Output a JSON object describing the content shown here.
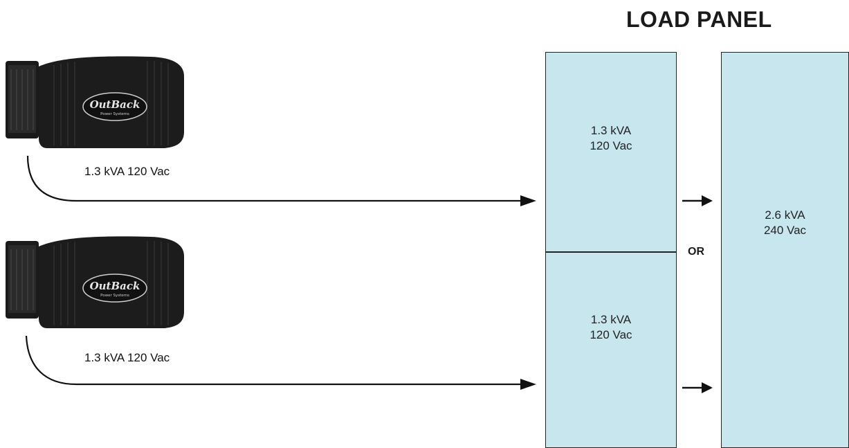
{
  "title": "LOAD PANEL",
  "inverters": [
    {
      "label": "1.3 kVA 120 Vac",
      "logo_main": "OutBack",
      "logo_sub": "Power Systems"
    },
    {
      "label": "1.3 kVA 120 Vac",
      "logo_main": "OutBack",
      "logo_sub": "Power Systems"
    }
  ],
  "panels": {
    "left_top": {
      "line1": "1.3 kVA",
      "line2": "120 Vac"
    },
    "left_bottom": {
      "line1": "1.3 kVA",
      "line2": "120 Vac"
    },
    "right": {
      "line1": "2.6 kVA",
      "line2": "240 Vac"
    }
  },
  "or_label": "OR",
  "colors": {
    "panel_fill": "#c8e6ee",
    "inverter_body": "#1c1c1c",
    "wire": "#111111"
  }
}
